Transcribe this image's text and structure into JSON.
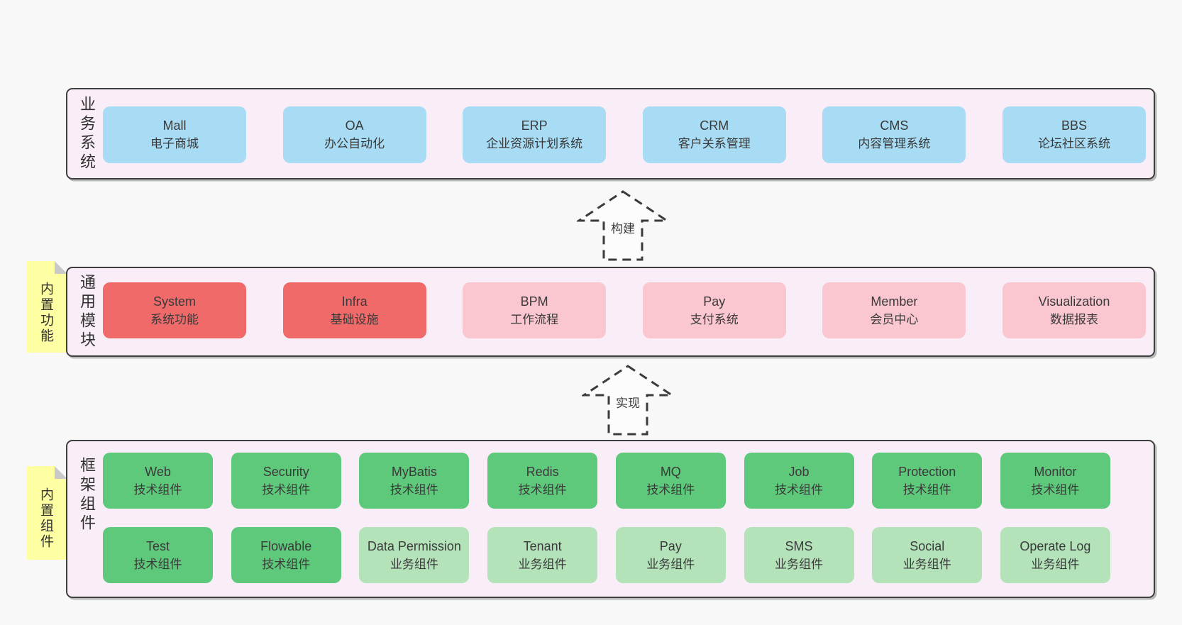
{
  "layers": {
    "business": {
      "label": "业务系统",
      "boxes": [
        {
          "name": "Mall",
          "desc": "电子商城",
          "type": "blue"
        },
        {
          "name": "OA",
          "desc": "办公自动化",
          "type": "blue"
        },
        {
          "name": "ERP",
          "desc": "企业资源计划系统",
          "type": "blue"
        },
        {
          "name": "CRM",
          "desc": "客户关系管理",
          "type": "blue"
        },
        {
          "name": "CMS",
          "desc": "内容管理系统",
          "type": "blue"
        },
        {
          "name": "BBS",
          "desc": "论坛社区系统",
          "type": "blue"
        }
      ]
    },
    "common": {
      "label": "通用模块",
      "sticky": "内置功能",
      "boxes": [
        {
          "name": "System",
          "desc": "系统功能",
          "type": "red"
        },
        {
          "name": "Infra",
          "desc": "基础设施",
          "type": "red"
        },
        {
          "name": "BPM",
          "desc": "工作流程",
          "type": "pink"
        },
        {
          "name": "Pay",
          "desc": "支付系统",
          "type": "pink"
        },
        {
          "name": "Member",
          "desc": "会员中心",
          "type": "pink"
        },
        {
          "name": "Visualization",
          "desc": "数据报表",
          "type": "pink"
        }
      ]
    },
    "framework": {
      "label": "框架组件",
      "sticky": "内置组件",
      "rows": [
        [
          {
            "name": "Web",
            "desc": "技术组件",
            "type": "green"
          },
          {
            "name": "Security",
            "desc": "技术组件",
            "type": "green"
          },
          {
            "name": "MyBatis",
            "desc": "技术组件",
            "type": "green"
          },
          {
            "name": "Redis",
            "desc": "技术组件",
            "type": "green"
          },
          {
            "name": "MQ",
            "desc": "技术组件",
            "type": "green"
          },
          {
            "name": "Job",
            "desc": "技术组件",
            "type": "green"
          },
          {
            "name": "Protection",
            "desc": "技术组件",
            "type": "green"
          },
          {
            "name": "Monitor",
            "desc": "技术组件",
            "type": "green"
          }
        ],
        [
          {
            "name": "Test",
            "desc": "技术组件",
            "type": "green"
          },
          {
            "name": "Flowable",
            "desc": "技术组件",
            "type": "green"
          },
          {
            "name": "Data Permission",
            "desc": "业务组件",
            "type": "green-light"
          },
          {
            "name": "Tenant",
            "desc": "业务组件",
            "type": "green-light"
          },
          {
            "name": "Pay",
            "desc": "业务组件",
            "type": "green-light"
          },
          {
            "name": "SMS",
            "desc": "业务组件",
            "type": "green-light"
          },
          {
            "name": "Social",
            "desc": "业务组件",
            "type": "green-light"
          },
          {
            "name": "Operate Log",
            "desc": "业务组件",
            "type": "green-light"
          }
        ]
      ]
    }
  },
  "arrows": [
    {
      "label": "构建"
    },
    {
      "label": "实现"
    }
  ],
  "colors": {
    "layer_bg": "#f9edf7",
    "box_blue": "#a8dcf4",
    "box_red": "#f06a6a",
    "box_pink": "#fac6d0",
    "box_green": "#5ec97b",
    "box_green_light": "#b4e3ba",
    "sticky_bg": "#feffa3",
    "border_dark": "#3f3f3f"
  }
}
